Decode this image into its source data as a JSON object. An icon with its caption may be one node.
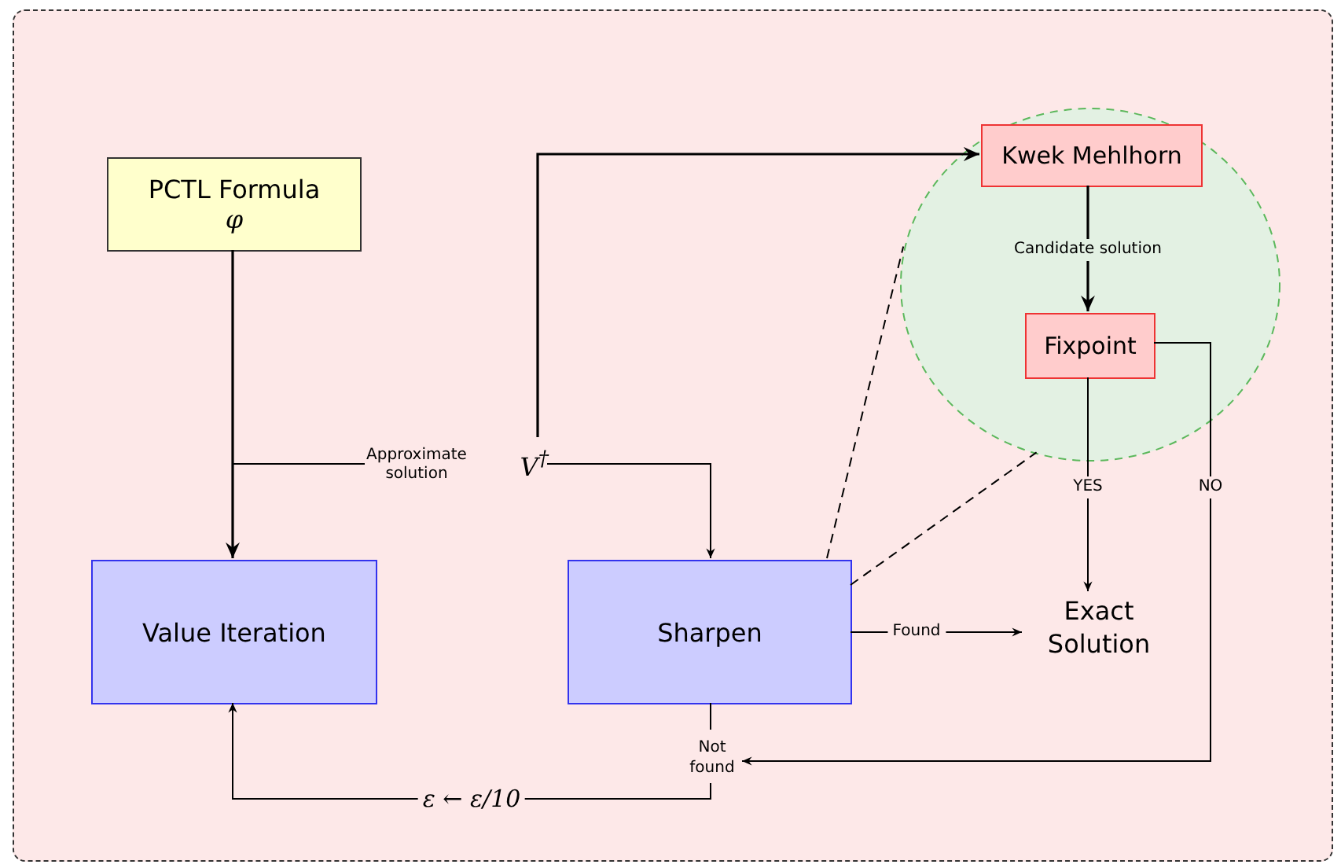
{
  "diagram": {
    "nodes": [
      {
        "text": [],
        "shape": "box"
      },
      {
        "text": [
          "PCTL Formula",
          "φ"
        ],
        "in": 0
      },
      {
        "text": [
          "Value Iteration"
        ],
        "in": 0
      },
      {
        "text": [
          "V$^{†}$"
        ],
        "beside": [
          "Approximate solution"
        ],
        "in": 0
      },
      {
        "text": [
          "Sharpen"
        ],
        "in": 0
      },
      {
        "text": [],
        "shape": "circle",
        "in": 0
      },
      {
        "text": [
          "Kwek Mehlhorn"
        ],
        "in": 5
      },
      {
        "text": [
          "Fixpoint"
        ],
        "in": 5
      },
      {
        "text": [
          "Exact Solution"
        ],
        "in": 0
      },
      {
        "text": [
          "Not found"
        ],
        "in": 0
      }
    ],
    "edges": [
      {
        "from": 1,
        "to": 2,
        "arrow": "to"
      },
      {
        "from": 2,
        "to": 3,
        "arrow": "none"
      },
      {
        "from": 3,
        "to": 4,
        "arrow": "to"
      },
      {
        "from": 3,
        "to": 6,
        "arrow": "to"
      },
      {
        "from": 6,
        "to": 7,
        "arrow": "to",
        "label": "Candidate solution"
      },
      {
        "from": 7,
        "to": 8,
        "arrow": "to",
        "label": "YES"
      },
      {
        "from": 7,
        "to": 9,
        "arrow": "to",
        "label": "NO"
      },
      {
        "from": 4,
        "to": 8,
        "arrow": "to",
        "label": "Found"
      },
      {
        "from": 4,
        "to": 9,
        "arrow": "none"
      },
      {
        "from": 9,
        "to": 2,
        "arrow": "to",
        "label": "ε ← ε/10"
      },
      {
        "from": 4,
        "to": 5,
        "arrow": "none",
        "style": "dashed"
      },
      {
        "from": 4,
        "to": 5,
        "arrow": "none",
        "style": "dashed"
      }
    ]
  }
}
